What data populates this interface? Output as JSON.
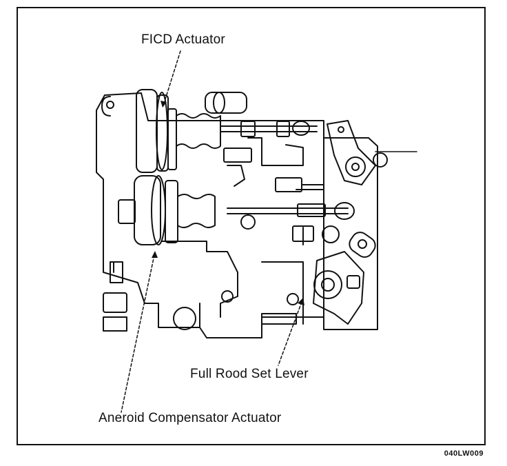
{
  "labels": {
    "ficd_actuator": "FICD Actuator",
    "full_rod_set_lever": "Full Rood Set Lever",
    "aneroid_compensator_actuator": "Aneroid Compensator Actuator"
  },
  "figure_code": "040LW009",
  "colors": {
    "ink": "#111111",
    "paper": "#ffffff"
  }
}
